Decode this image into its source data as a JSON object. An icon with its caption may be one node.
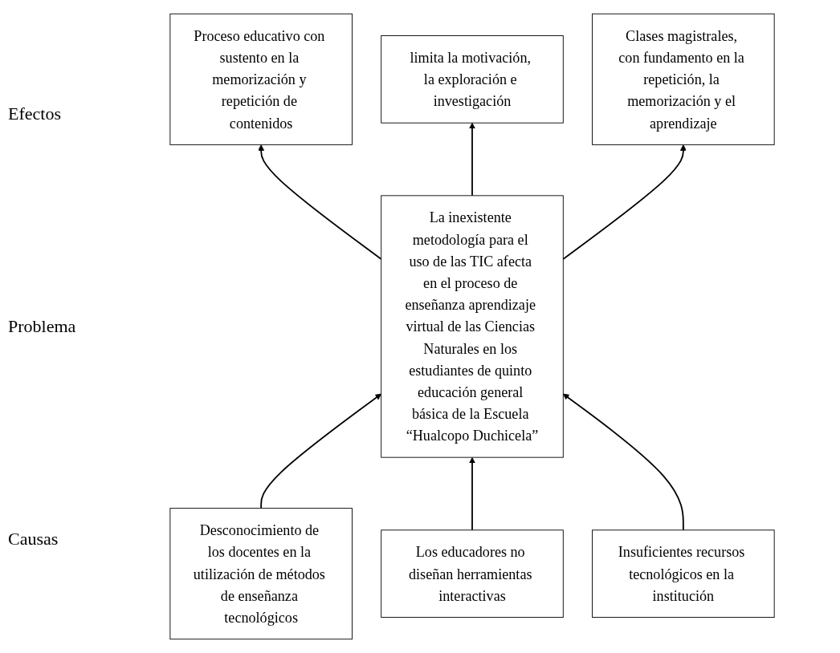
{
  "diagram": {
    "nodes": [
      {
        "text": [
          "Proceso educativo con sustento en la memorización y repetición de contenidos"
        ]
      },
      {
        "text": [
          "limita la motivación, la exploración e investigación"
        ]
      },
      {
        "text": [
          "Clases magistrales, con fundamento en la repetición, la memorización y el aprendizaje"
        ]
      },
      {
        "text": [
          "La inexistente metodología para el uso de las TIC afecta en el proceso de enseñanza aprendizaje virtual de las Ciencias Naturales en los estudiantes de quinto educación general básica de la Escuela “Hualcopo Duchicela”"
        ]
      },
      {
        "text": [
          "Desconocimiento de los docentes en la utilización de métodos de enseñanza tecnológicos"
        ]
      },
      {
        "text": [
          "Los educadores no diseñan herramientas interactivas"
        ]
      },
      {
        "text": [
          "Insuficientes recursos tecnológicos en la institución"
        ]
      }
    ],
    "edges": [
      {
        "from": 3,
        "to": 0,
        "arrow": "to"
      },
      {
        "from": 3,
        "to": 1,
        "arrow": "to"
      },
      {
        "from": 3,
        "to": 2,
        "arrow": "to"
      },
      {
        "from": 4,
        "to": 3,
        "arrow": "to"
      },
      {
        "from": 5,
        "to": 3,
        "arrow": "to"
      },
      {
        "from": 6,
        "to": 3,
        "arrow": "to"
      }
    ],
    "labels": [
      "Efectos",
      "Problema",
      "Causas"
    ]
  }
}
